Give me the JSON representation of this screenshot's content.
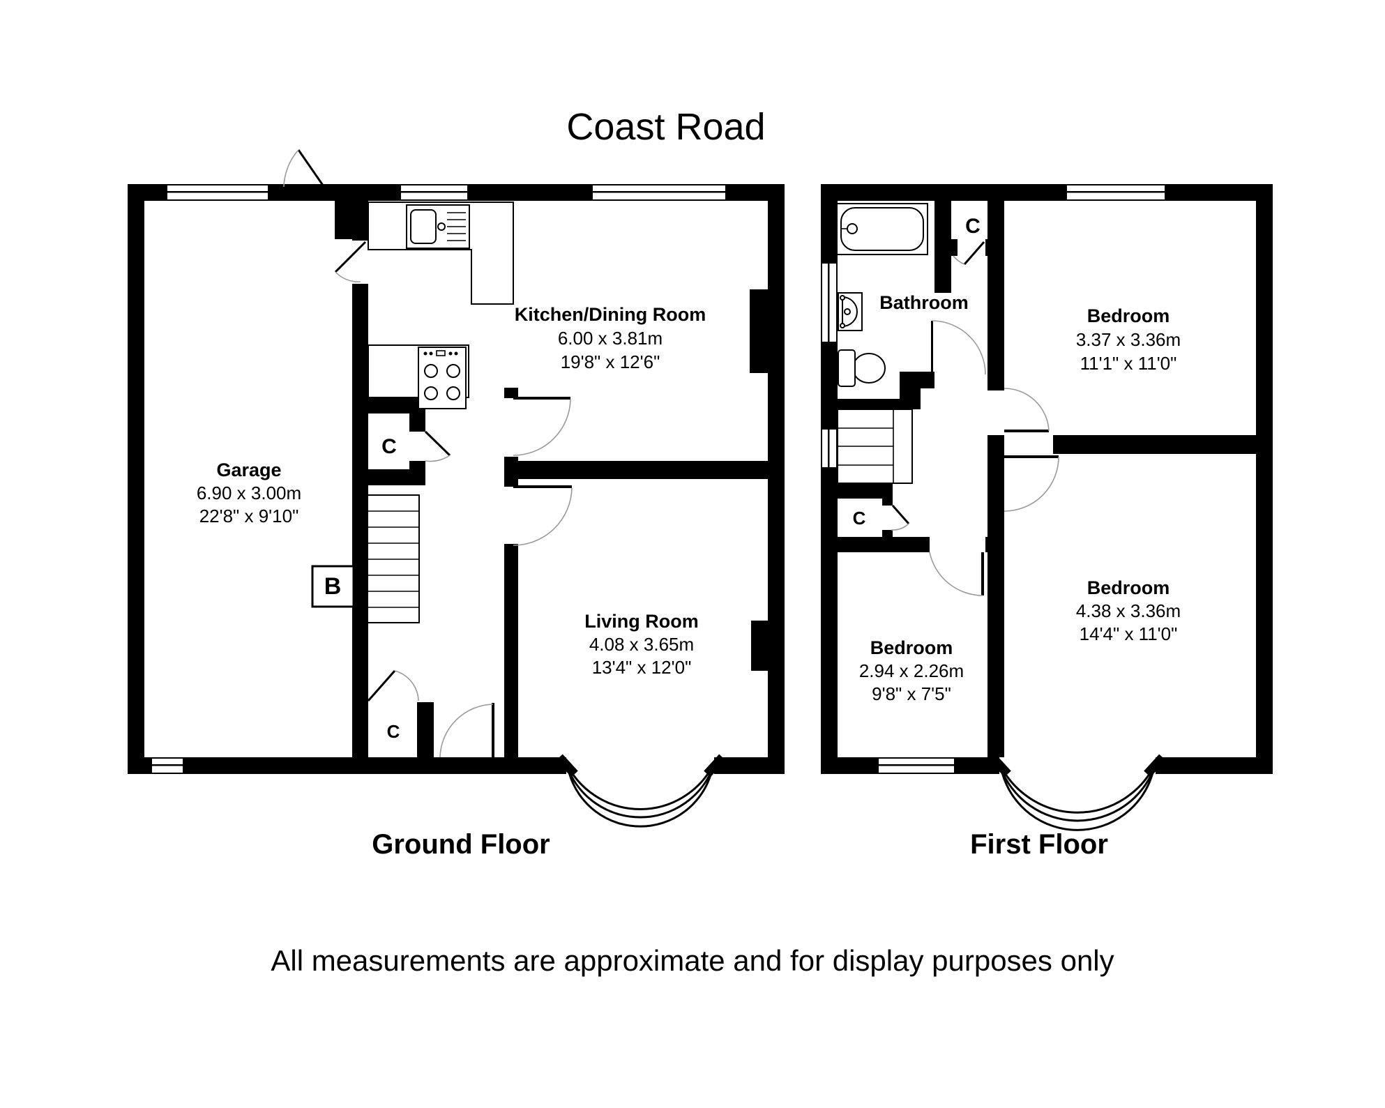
{
  "title": "Coast Road",
  "disclaimer": "All measurements are approximate and for display purposes only",
  "colors": {
    "wall": "#000000",
    "background": "#ffffff",
    "arc": "#999999"
  },
  "ground_floor": {
    "label": "Ground Floor",
    "rooms": [
      {
        "name": "Garage",
        "metric": "6.90 x 3.00m",
        "imperial": "22'8\" x 9'10\""
      },
      {
        "name": "Kitchen/Dining Room",
        "metric": "6.00 x 3.81m",
        "imperial": "19'8\" x 12'6\""
      },
      {
        "name": "Living Room",
        "metric": "4.08 x 3.65m",
        "imperial": "13'4\" x 12'0\""
      }
    ],
    "cupboard_label": "C",
    "boiler_label": "B"
  },
  "first_floor": {
    "label": "First Floor",
    "rooms": [
      {
        "name": "Bathroom"
      },
      {
        "name": "Bedroom",
        "metric": "3.37 x 3.36m",
        "imperial": "11'1\" x 11'0\""
      },
      {
        "name": "Bedroom",
        "metric": "2.94 x 2.26m",
        "imperial": "9'8\" x 7'5\""
      },
      {
        "name": "Bedroom",
        "metric": "4.38 x 3.36m",
        "imperial": "14'4\" x 11'0\""
      }
    ],
    "cupboard_label": "C"
  }
}
